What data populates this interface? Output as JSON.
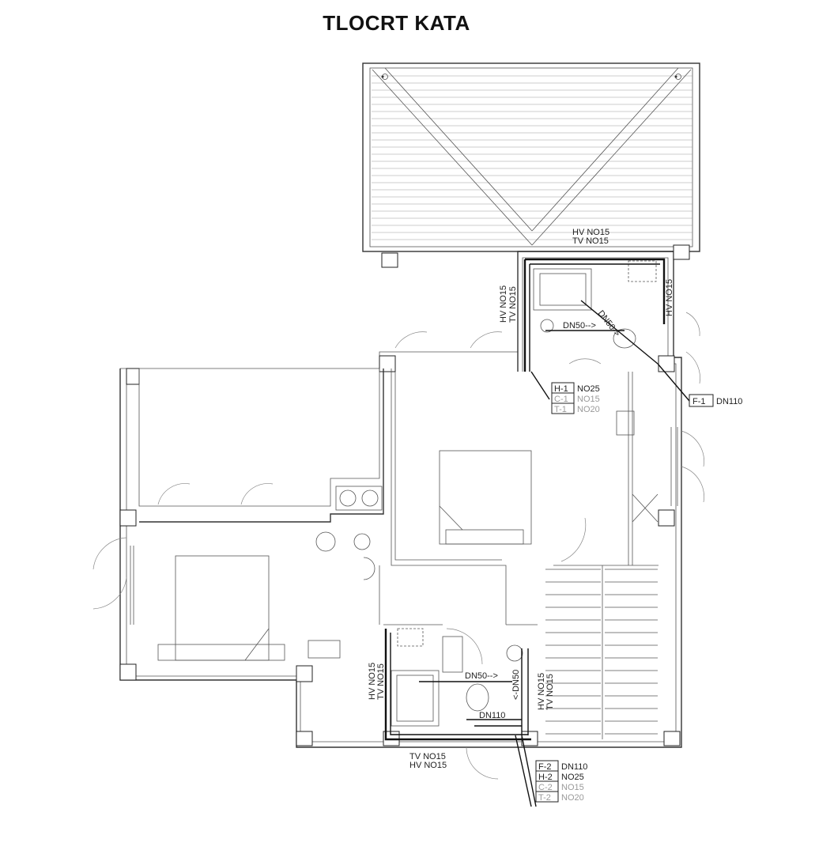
{
  "title": "TLOCRT KATA",
  "upper_bathroom": {
    "top_label": [
      "HV  NO15",
      "TV  NO15"
    ],
    "left_label": [
      "HV  NO15",
      "TV  NO15"
    ],
    "right_label": "HV  NO15",
    "pipe_horizontal": "DN50-->",
    "pipe_diagonal": "DN50->"
  },
  "riser_1": [
    {
      "tag": "H-1",
      "value": "NO25",
      "muted": false
    },
    {
      "tag": "C-1",
      "value": "NO15",
      "muted": true
    },
    {
      "tag": "T-1",
      "value": "NO20",
      "muted": true
    }
  ],
  "drain_1": {
    "tag": "F-1",
    "value": "DN110"
  },
  "lower_bathroom": {
    "left_label": [
      "HV  NO15",
      "TV  NO15"
    ],
    "right_label": [
      "HV  NO15",
      "TV  NO15"
    ],
    "bottom_label": [
      "TV  NO15",
      "HV  NO15"
    ],
    "pipe_horizontal": "DN50-->",
    "pipe_vertical": "<-DN50",
    "pipe_drain": "DN110"
  },
  "riser_2": [
    {
      "tag": "F-2",
      "value": "DN110",
      "muted": false
    },
    {
      "tag": "H-2",
      "value": "NO25",
      "muted": false
    },
    {
      "tag": "C-2",
      "value": "NO15",
      "muted": true
    },
    {
      "tag": "T-2",
      "value": "NO20",
      "muted": true
    }
  ]
}
